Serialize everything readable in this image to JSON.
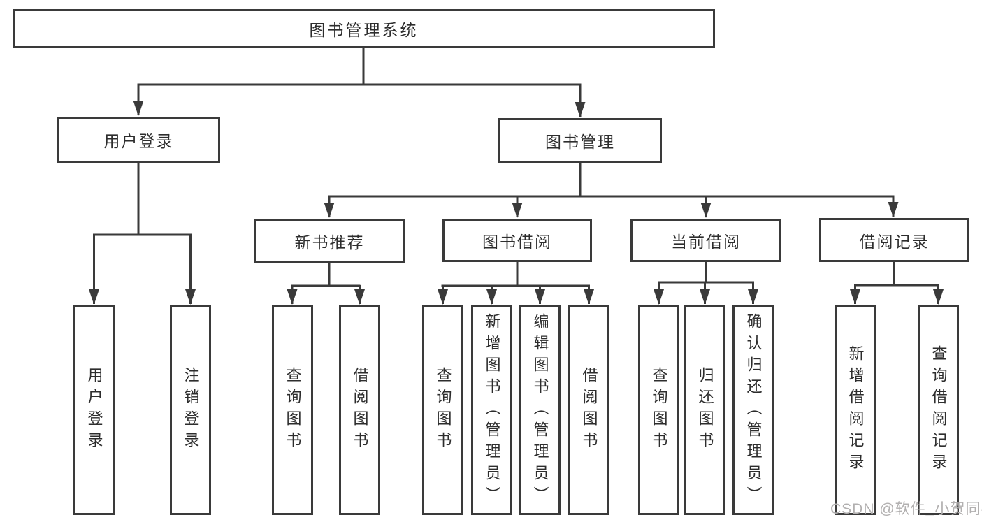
{
  "diagram": {
    "title_node": {
      "label": "图书管理系统"
    },
    "level2": [
      {
        "label": "用户登录"
      },
      {
        "label": "图书管理"
      }
    ],
    "level3": [
      {
        "label": "新书推荐"
      },
      {
        "label": "图书借阅"
      },
      {
        "label": "当前借阅"
      },
      {
        "label": "借阅记录"
      }
    ],
    "leaves": [
      {
        "label": "用户登录"
      },
      {
        "label": "注销登录"
      },
      {
        "label": "查询图书"
      },
      {
        "label": "借阅图书"
      },
      {
        "label": "查询图书"
      },
      {
        "label": "新增图书（管理员）"
      },
      {
        "label": "编辑图书（管理员）"
      },
      {
        "label": "借阅图书"
      },
      {
        "label": "查询图书"
      },
      {
        "label": "归还图书"
      },
      {
        "label": "确认归还（管理员）"
      },
      {
        "label": "新增借阅记录"
      },
      {
        "label": "查询借阅记录"
      }
    ]
  },
  "watermark": {
    "text": "CSDN @软件_小贺同学"
  },
  "colors": {
    "line": "#3a3a3a",
    "node_border": "#3a3a3a",
    "text": "#2d2d2d",
    "watermark": "#b2b0b0",
    "background": "#ffffff"
  }
}
